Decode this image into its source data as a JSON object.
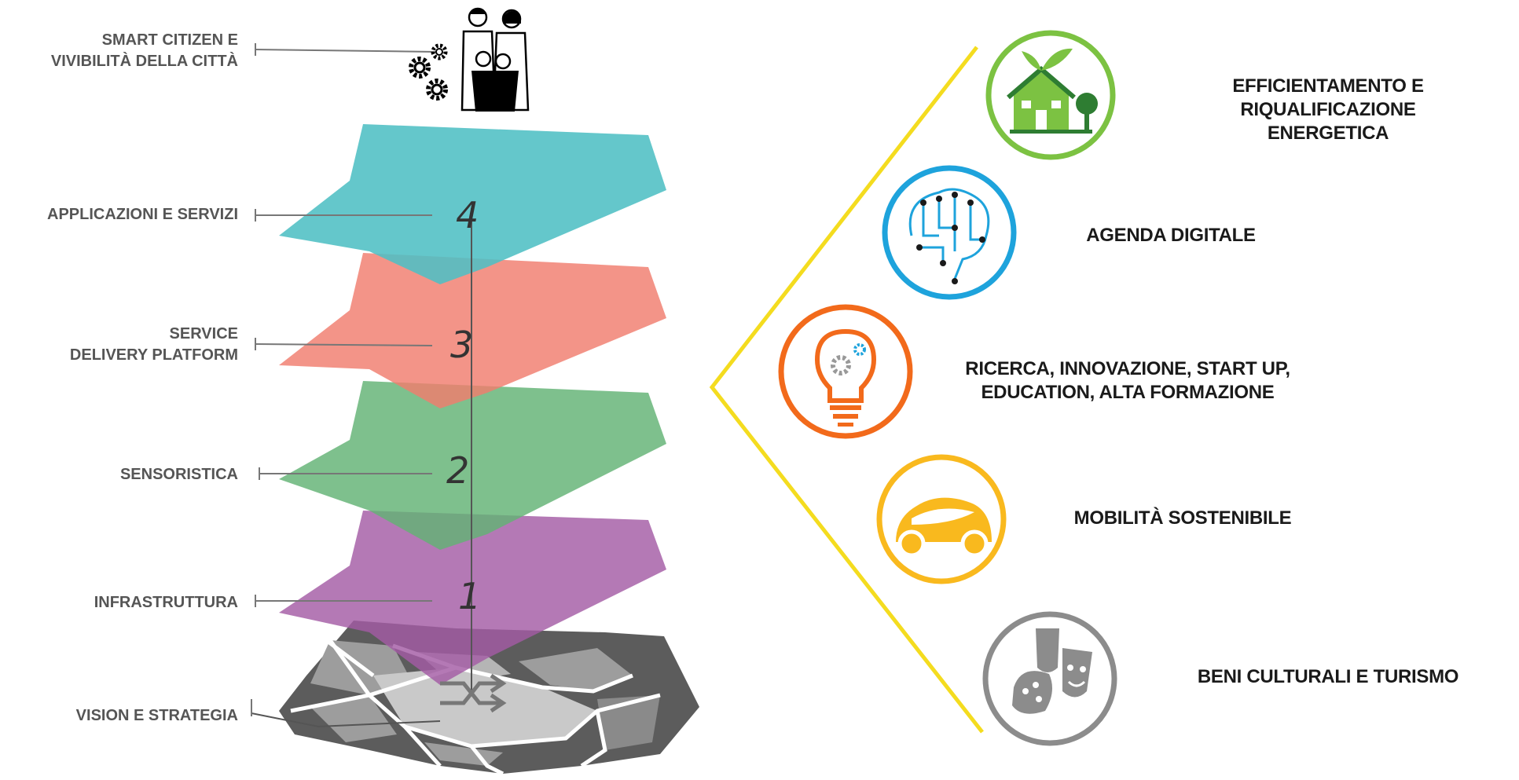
{
  "layers": [
    {
      "label": "SMART CITIZEN E\nVIVIBILITÀ DELLA CITTÀ",
      "number": ""
    },
    {
      "label": "APPLICAZIONI E SERVIZI",
      "number": "4",
      "color": "#4fbfc4"
    },
    {
      "label": "SERVICE\nDELIVERY PLATFORM",
      "number": "3",
      "color": "#f07d6e"
    },
    {
      "label": "SENSORISTICA",
      "number": "2",
      "color": "#62b274"
    },
    {
      "label": "INFRASTRUTTURA",
      "number": "1",
      "color": "#a45ca5"
    },
    {
      "label": "VISION E STRATEGIA",
      "number": ""
    }
  ],
  "domains": [
    {
      "label": "EFFICIENTAMENTO E RIQUALIFICAZIONE\nENERGETICA",
      "icon": "green-house-icon",
      "color": "#7cc242"
    },
    {
      "label": "AGENDA DIGITALE",
      "icon": "digital-brain-icon",
      "color": "#1ea3dc"
    },
    {
      "label": "RICERCA, INNOVAZIONE, START UP,\nEDUCATION, ALTA FORMAZIONE",
      "icon": "lightbulb-gears-icon",
      "color": "#f26a1b"
    },
    {
      "label": "MOBILITÀ SOSTENIBILE",
      "icon": "electric-car-icon",
      "color": "#f9b91e"
    },
    {
      "label": "BENI CULTURALI E TURISMO",
      "icon": "theatre-masks-icon",
      "color": "#8c8c8c"
    }
  ],
  "bracket_color": "#f4dc1f"
}
